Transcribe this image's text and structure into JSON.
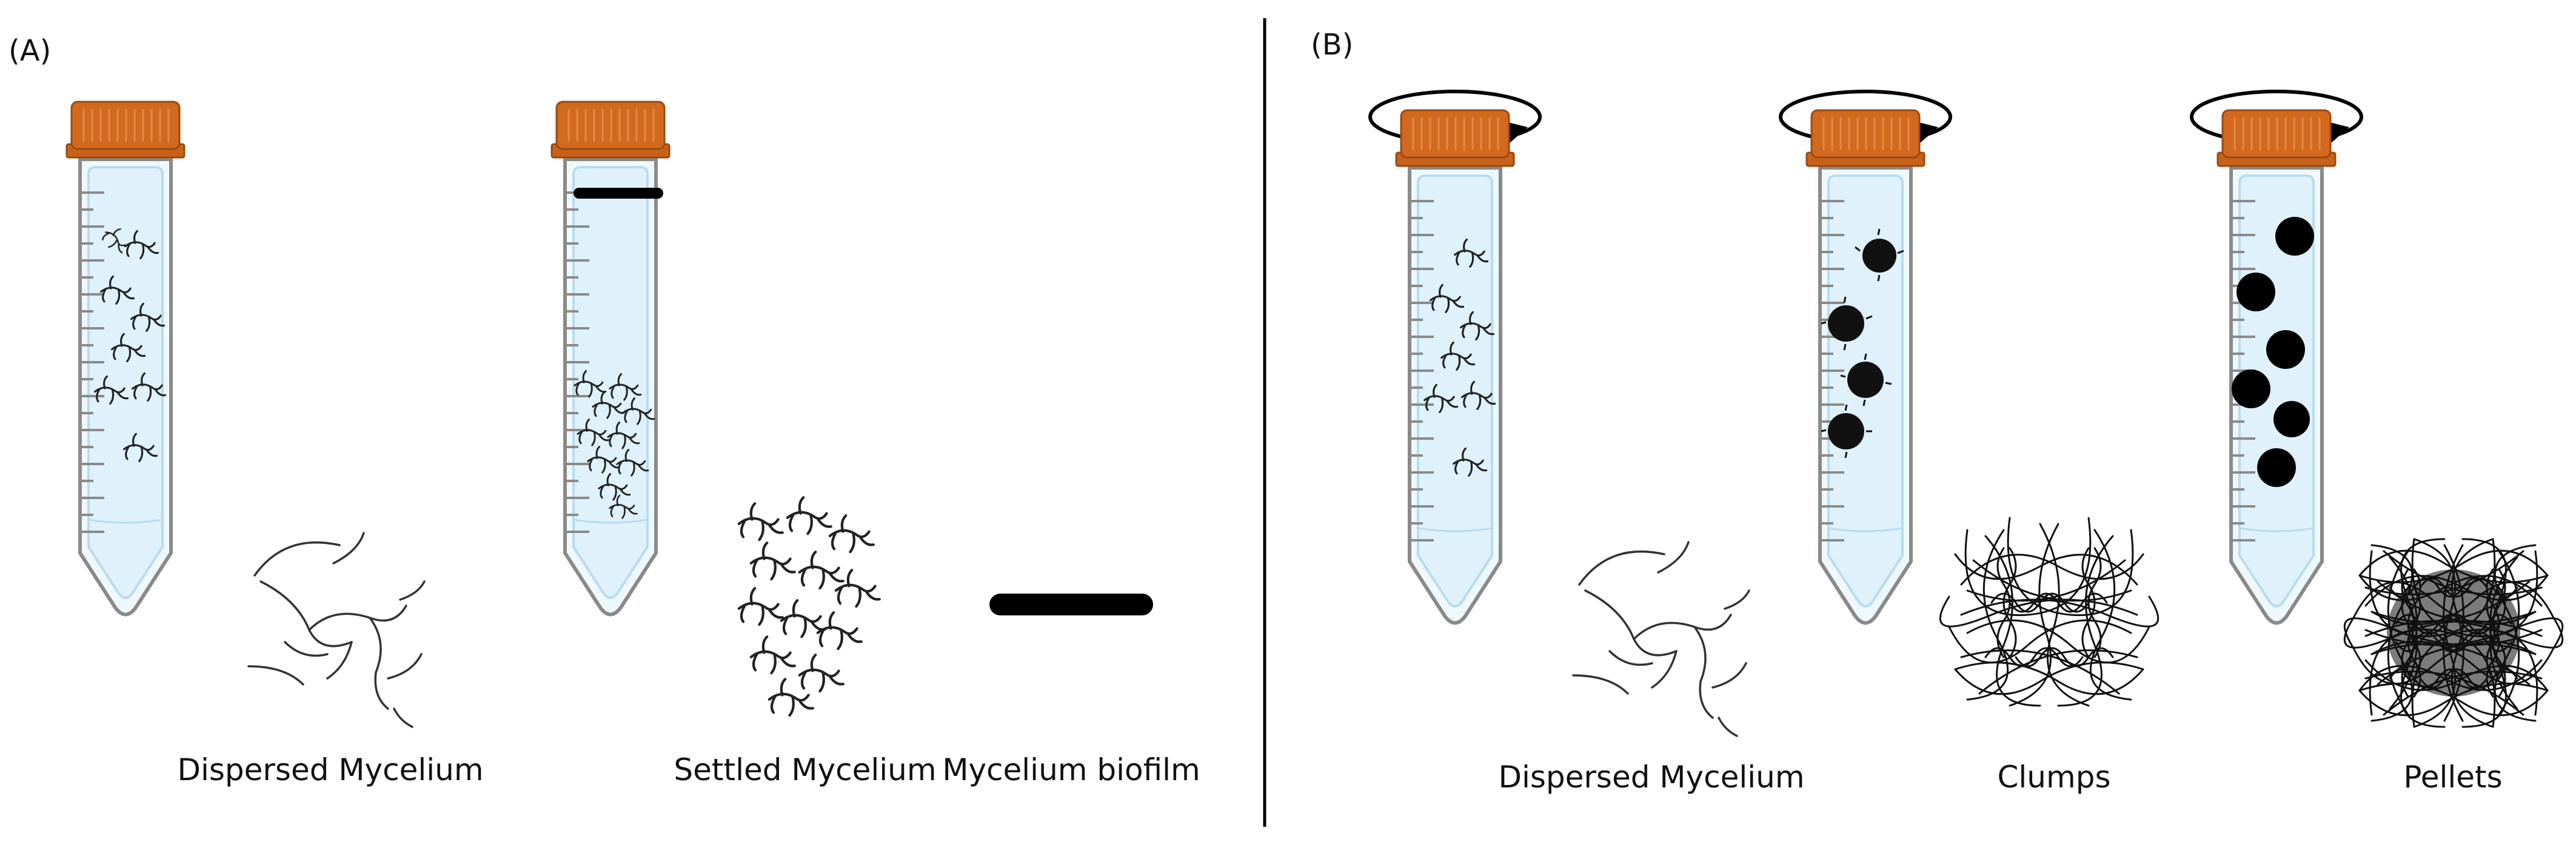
{
  "panel_a": {
    "label": "(A)",
    "captions": [
      "Dispersed Mycelium",
      "Settled Mycelium",
      "Mycelium biofilm"
    ]
  },
  "panel_b": {
    "label": "(B)",
    "captions": [
      "Dispersed Mycelium",
      "Clumps",
      "Pellets"
    ]
  },
  "colors": {
    "cap": "#d2691e",
    "cap_dark": "#a84f14",
    "liquid": "#dff1fb",
    "tube_outline": "#8a8a8a",
    "hyphae": "#222222",
    "divider": "#000000"
  }
}
